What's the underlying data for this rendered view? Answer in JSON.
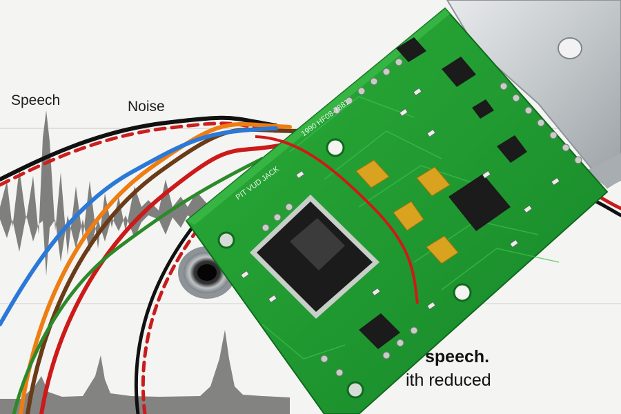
{
  "photo": {
    "paper": {
      "label_speech": "Speech",
      "label_noise": "Noise",
      "text_line_1": "speech.",
      "text_line_2": "ith reduced"
    },
    "board": {
      "silkscreen_top": "1990 HF08-7881",
      "silkscreen_mid": "PIT VUD JACK"
    },
    "colors": {
      "pcb_green": "#1f9a2c",
      "heatsink": "#c9cdd0",
      "chip": "#1b1b1b",
      "capacitor": "#d9a21f"
    }
  }
}
